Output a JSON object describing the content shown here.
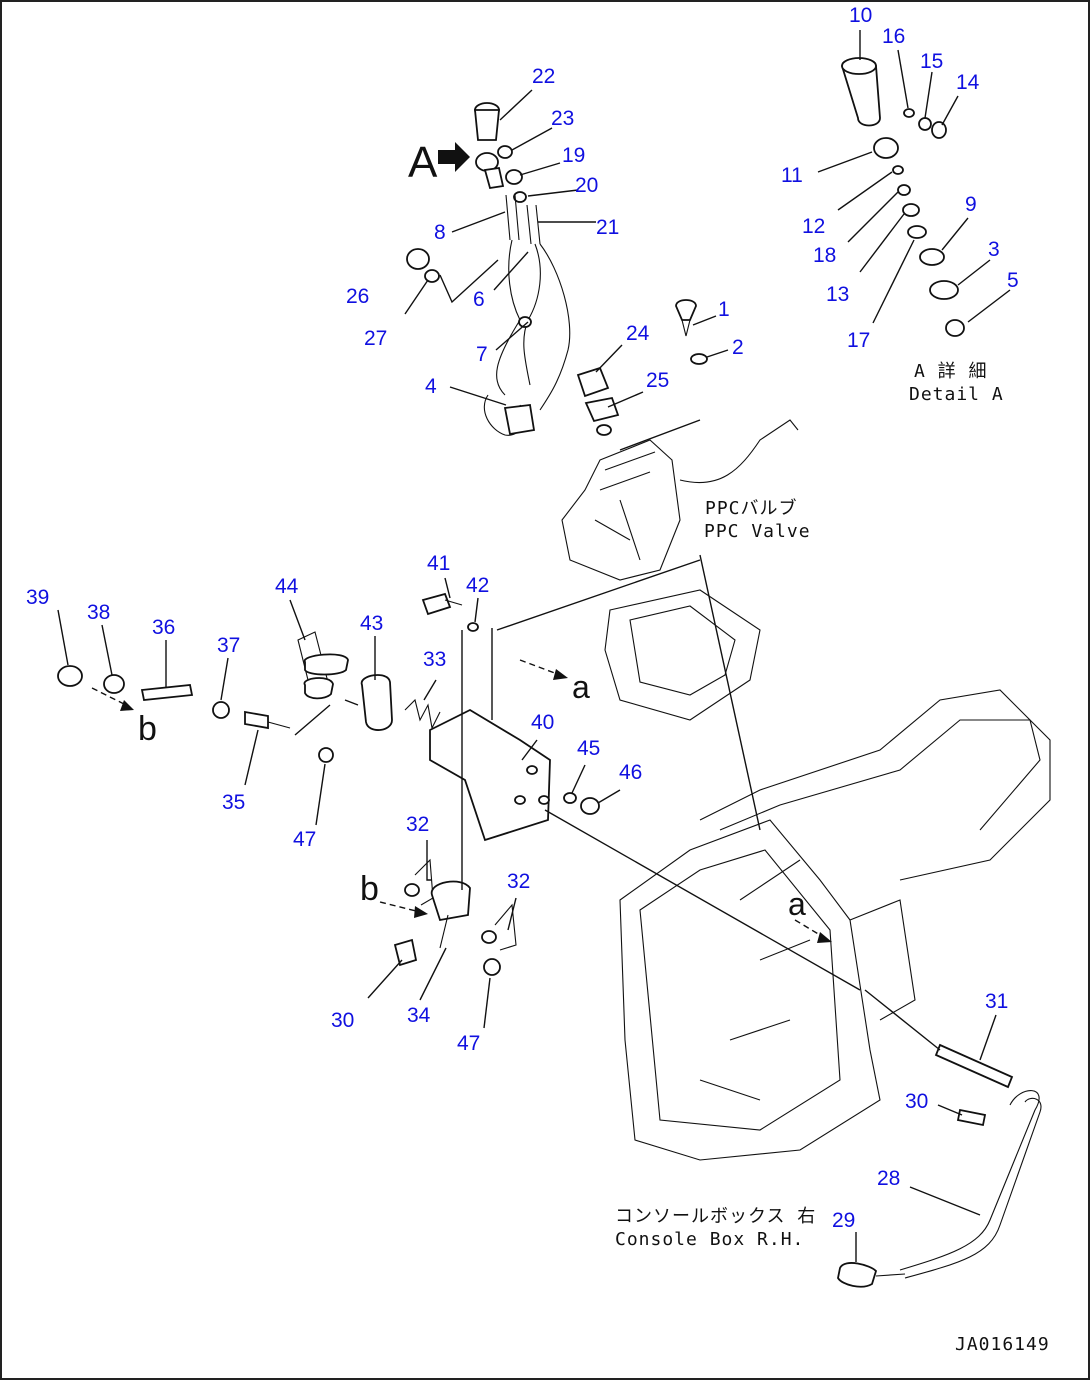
{
  "callouts": [
    {
      "id": "n1",
      "text": "1"
    },
    {
      "id": "n2",
      "text": "2"
    },
    {
      "id": "n3",
      "text": "3"
    },
    {
      "id": "n4",
      "text": "4"
    },
    {
      "id": "n5",
      "text": "5"
    },
    {
      "id": "n6",
      "text": "6"
    },
    {
      "id": "n7",
      "text": "7"
    },
    {
      "id": "n8",
      "text": "8"
    },
    {
      "id": "n9",
      "text": "9"
    },
    {
      "id": "n10",
      "text": "10"
    },
    {
      "id": "n11",
      "text": "11"
    },
    {
      "id": "n12",
      "text": "12"
    },
    {
      "id": "n13",
      "text": "13"
    },
    {
      "id": "n14",
      "text": "14"
    },
    {
      "id": "n15",
      "text": "15"
    },
    {
      "id": "n16",
      "text": "16"
    },
    {
      "id": "n17",
      "text": "17"
    },
    {
      "id": "n18",
      "text": "18"
    },
    {
      "id": "n19",
      "text": "19"
    },
    {
      "id": "n20",
      "text": "20"
    },
    {
      "id": "n21",
      "text": "21"
    },
    {
      "id": "n22",
      "text": "22"
    },
    {
      "id": "n23",
      "text": "23"
    },
    {
      "id": "n24",
      "text": "24"
    },
    {
      "id": "n25",
      "text": "25"
    },
    {
      "id": "n26",
      "text": "26"
    },
    {
      "id": "n27",
      "text": "27"
    },
    {
      "id": "n28",
      "text": "28"
    },
    {
      "id": "n29",
      "text": "29"
    },
    {
      "id": "n30a",
      "text": "30"
    },
    {
      "id": "n30b",
      "text": "30"
    },
    {
      "id": "n31",
      "text": "31"
    },
    {
      "id": "n32a",
      "text": "32"
    },
    {
      "id": "n32b",
      "text": "32"
    },
    {
      "id": "n33",
      "text": "33"
    },
    {
      "id": "n34",
      "text": "34"
    },
    {
      "id": "n35",
      "text": "35"
    },
    {
      "id": "n36",
      "text": "36"
    },
    {
      "id": "n37",
      "text": "37"
    },
    {
      "id": "n38",
      "text": "38"
    },
    {
      "id": "n39",
      "text": "39"
    },
    {
      "id": "n40",
      "text": "40"
    },
    {
      "id": "n41",
      "text": "41"
    },
    {
      "id": "n42",
      "text": "42"
    },
    {
      "id": "n43",
      "text": "43"
    },
    {
      "id": "n44",
      "text": "44"
    },
    {
      "id": "n45",
      "text": "45"
    },
    {
      "id": "n46",
      "text": "46"
    },
    {
      "id": "n47a",
      "text": "47"
    },
    {
      "id": "n47b",
      "text": "47"
    }
  ],
  "labels": {
    "detail_a_jp": "A 詳 細",
    "detail_a_en": "Detail A",
    "ppc_jp": "PPCバルブ",
    "ppc_en": "PPC Valve",
    "console_jp": "コンソールボックス 右",
    "console_en": "Console Box R.H.",
    "marker_A": "A",
    "marker_a1": "a",
    "marker_a2": "a",
    "marker_b1": "b",
    "marker_b2": "b",
    "code": "JA016149"
  },
  "colors": {
    "callout": "#1010e0",
    "linework": "#111111"
  }
}
